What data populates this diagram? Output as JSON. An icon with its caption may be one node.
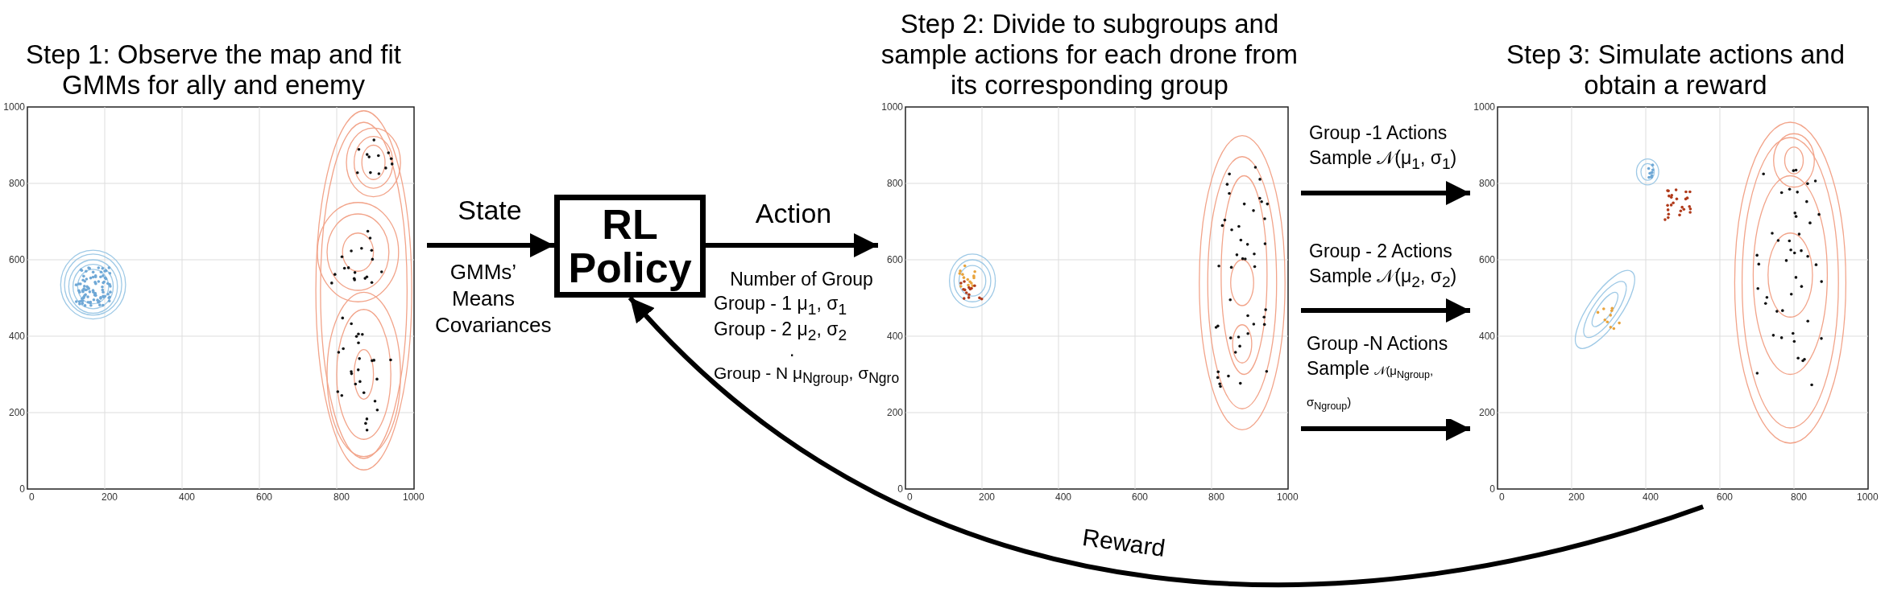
{
  "diagram": {
    "nodes": [
      {
        "text": [
          "Step 1: Observe the map and fit GMMs for ally and enemy"
        ],
        "beside": [
          "1000",
          "800",
          "600",
          "400",
          "200",
          "0",
          "0",
          "200",
          "400",
          "600",
          "800",
          "1000"
        ]
      },
      {
        "text": [
          "RL Policy"
        ]
      },
      {
        "text": [
          "Step 2: Divide to subgroups and sample actions for each drone from its corresponding group"
        ],
        "beside": [
          "1000",
          "800",
          "600",
          "400",
          "200",
          "0",
          "0",
          "200",
          "400",
          "600",
          "800",
          "1000"
        ]
      },
      {
        "text": [
          "Step 3: Simulate actions and obtain a reward"
        ],
        "beside": [
          "1000",
          "800",
          "600",
          "400",
          "200",
          "0",
          "0",
          "200",
          "400",
          "600",
          "800",
          "1000"
        ]
      }
    ],
    "edges": [
      {
        "from": 0,
        "to": 1,
        "arrow": "to",
        "label": "State"
      },
      {
        "from": 1,
        "to": 2,
        "arrow": "to",
        "label": "Action"
      },
      {
        "from": 2,
        "to": 3,
        "arrow": "to",
        "label": "Group -1 Actions Sample 𝒩(μ$_{1}$, σ$_{1}$)"
      },
      {
        "from": 2,
        "to": 3,
        "arrow": "to",
        "label": "Group - 2 Actions Sample 𝒩(μ$_{2}$, σ$_{2}$)"
      },
      {
        "from": 2,
        "to": 3,
        "arrow": "to",
        "label": "Group -N Actions Sample 𝒩(μ$_{Ngroup}$, σ$_{Ngroup}$)"
      },
      {
        "from": 3,
        "to": 1,
        "arrow": "to",
        "label": "Reward"
      }
    ],
    "labels": [
      "GMMs’ Means Covariances",
      "Number of Group",
      "Group - 1 μ$_{1}$, σ$_{1}$",
      "Group - 2 μ$_{2}$, σ$_{2}$",
      ".",
      "Group - N μ$_{Ngroup}$, σ$_{Ngro}$"
    ]
  }
}
